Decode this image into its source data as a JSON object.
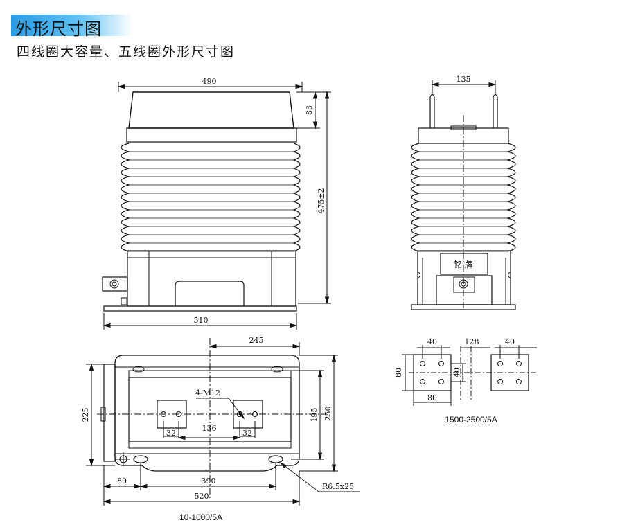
{
  "header": {
    "title": "外形尺寸图",
    "subtitle": "四线圈大容量、五线圈外形尺寸图"
  },
  "front_view": {
    "dim_width_top": "490",
    "dim_cap_height": "83",
    "dim_total_height": "475±2",
    "dim_base_width": "510"
  },
  "side_view": {
    "dim_terminal_spacing": "135",
    "nameplate": "铭 牌"
  },
  "top_view": {
    "dim_245": "245",
    "dim_bolts": "4-M12",
    "dim_32_left": "32",
    "dim_32_right": "32",
    "dim_136": "136",
    "dim_225": "225",
    "dim_195": "195",
    "dim_250": "250",
    "dim_80": "80",
    "dim_390": "390",
    "dim_520": "520",
    "dim_radius": "R6.5x25",
    "caption": "10-1000/5A"
  },
  "terminal_detail": {
    "dim_40_left": "40",
    "dim_128": "128",
    "dim_40_right": "40",
    "dim_80_v": "80",
    "dim_40_v": "40",
    "dim_80_h": "80",
    "caption": "1500-2500/5A"
  }
}
